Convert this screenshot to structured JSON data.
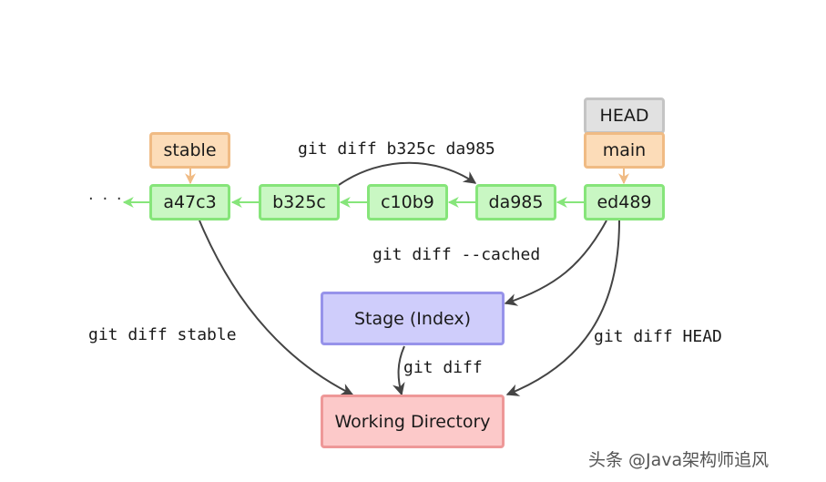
{
  "diagram": {
    "head_label": "HEAD",
    "branch_stable": "stable",
    "branch_main": "main",
    "ellipsis": "· · ·",
    "commits": [
      {
        "id": "a47c3",
        "label": "a47c3"
      },
      {
        "id": "b325c",
        "label": "b325c"
      },
      {
        "id": "c10b9",
        "label": "c10b9"
      },
      {
        "id": "da985",
        "label": "da985"
      },
      {
        "id": "ed489",
        "label": "ed489"
      }
    ],
    "stage_label": "Stage (Index)",
    "working_dir_label": "Working Directory",
    "commands": {
      "diff_commits": "git diff b325c da985",
      "diff_cached": "git diff --cached",
      "diff_stable": "git diff stable",
      "diff_head": "git diff HEAD",
      "diff": "git diff"
    },
    "colors": {
      "commit_fill": "#c9f7c3",
      "commit_border": "#86e57a",
      "ref_fill": "#fcdcb8",
      "ref_border": "#f0bb84",
      "head_fill": "#e1e1e1",
      "head_border": "#c4c4c4",
      "stage_fill": "#cfcdfb",
      "stage_border": "#9793ea",
      "wd_fill": "#fcc9c9",
      "wd_border": "#ee9898",
      "arrow": "#444444",
      "commit_arrow": "#86e57a",
      "ref_arrow": "#f0bb84"
    }
  },
  "watermark": "头条 @Java架构师追风"
}
